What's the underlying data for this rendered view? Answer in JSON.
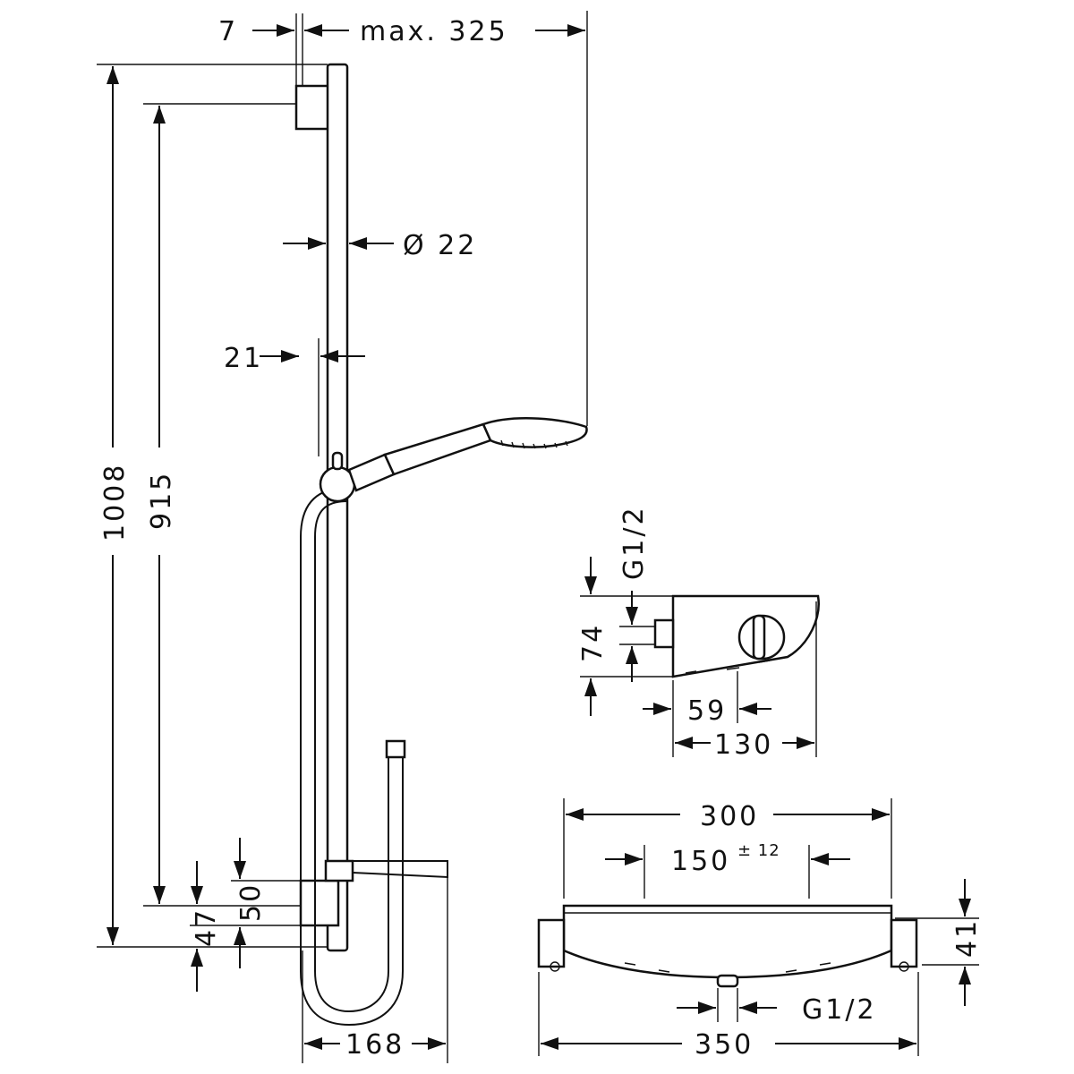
{
  "dimensions": {
    "top_offset": "7",
    "max_reach": "max. 325",
    "rail_diameter": "Ø 22",
    "rail_offset": "21",
    "total_height": "1008",
    "rail_height": "915",
    "bracket_height_50": "50",
    "bracket_height_47": "47",
    "hose_width": "168",
    "thermo_side_inlet": "G1/2",
    "thermo_side_depth": "74",
    "thermo_side_offset": "59",
    "thermo_side_width": "130",
    "thermo_front_width": "300",
    "thermo_centers": "150",
    "thermo_centers_tolerance": "± 12",
    "thermo_front_height": "41",
    "thermo_front_outlet": "G1/2",
    "thermo_total_width": "350"
  }
}
